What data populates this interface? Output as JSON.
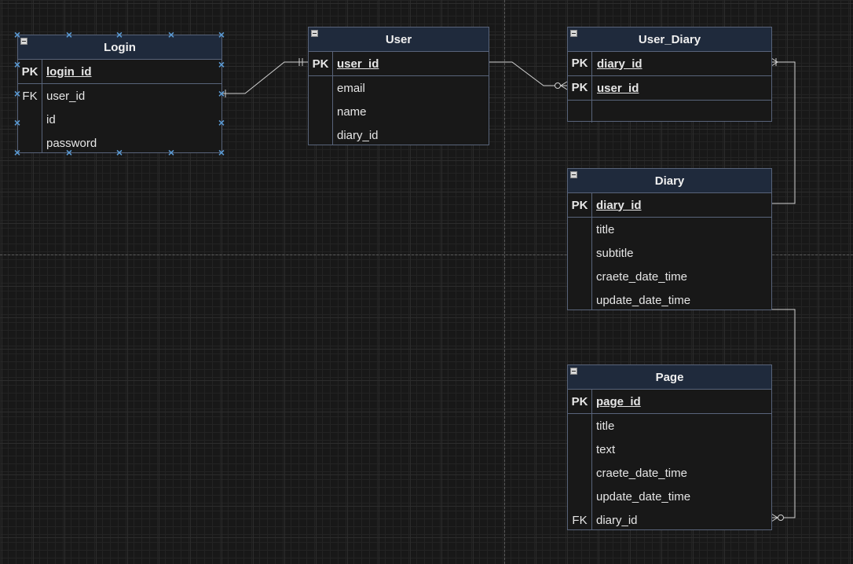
{
  "colors": {
    "canvas": "#181818",
    "header": "#1f2a3c",
    "border": "#59647a",
    "connector": "#d0d0d0",
    "selection_handle": "#5b9bd5"
  },
  "entities": {
    "login": {
      "title": "Login",
      "rows": [
        {
          "key": "PK",
          "field": "login_id"
        },
        {
          "key": "FK",
          "field": "user_id"
        },
        {
          "key": "",
          "field": "id"
        },
        {
          "key": "",
          "field": "password"
        }
      ]
    },
    "user": {
      "title": "User",
      "rows": [
        {
          "key": "PK",
          "field": "user_id"
        },
        {
          "key": "",
          "field": "email"
        },
        {
          "key": "",
          "field": "name"
        },
        {
          "key": "",
          "field": "diary_id"
        }
      ]
    },
    "user_diary": {
      "title": "User_Diary",
      "rows": [
        {
          "key": "PK",
          "field": "diary_id"
        },
        {
          "key": "PK",
          "field": "user_id"
        },
        {
          "key": "",
          "field": ""
        }
      ]
    },
    "diary": {
      "title": "Diary",
      "rows": [
        {
          "key": "PK",
          "field": "diary_id"
        },
        {
          "key": "",
          "field": "title"
        },
        {
          "key": "",
          "field": "subtitle"
        },
        {
          "key": "",
          "field": "craete_date_time"
        },
        {
          "key": "",
          "field": "update_date_time"
        }
      ]
    },
    "page": {
      "title": "Page",
      "rows": [
        {
          "key": "PK",
          "field": "page_id"
        },
        {
          "key": "",
          "field": "title"
        },
        {
          "key": "",
          "field": "text"
        },
        {
          "key": "",
          "field": "craete_date_time"
        },
        {
          "key": "",
          "field": "update_date_time"
        },
        {
          "key": "FK",
          "field": "diary_id"
        }
      ]
    }
  },
  "relationships": [
    {
      "from": "Login.user_id",
      "to": "User.user_id",
      "from_end": "one",
      "to_end": "one-and-only-one"
    },
    {
      "from": "User.user_id",
      "to": "User_Diary.user_id",
      "from_end": "none",
      "to_end": "zero-or-many"
    },
    {
      "from": "Diary.diary_id",
      "to": "User_Diary.diary_id",
      "from_end": "none",
      "to_end": "one-or-many"
    },
    {
      "from": "Diary.update_date_time",
      "to": "Page.diary_id",
      "from_end": "none",
      "to_end": "zero-or-many"
    }
  ]
}
